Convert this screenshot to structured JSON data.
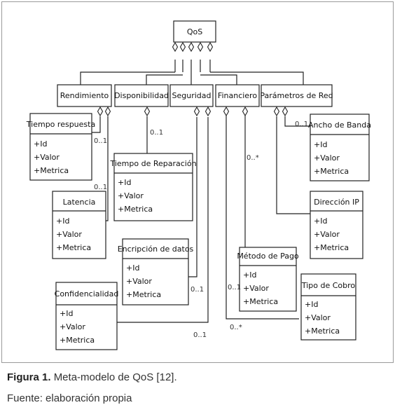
{
  "root": "QoS",
  "categories": [
    "Rendimiento",
    "Disponibilidad",
    "Seguridad",
    "Financiero",
    "Parámetros de Red"
  ],
  "attributes": [
    "+Id",
    "+Valor",
    "+Metrica"
  ],
  "classes": {
    "tiempo_respuesta": "Tiempo respuesta",
    "latencia": "Latencia",
    "tiempo_reparacion": "Tiempo de Reparación",
    "encripcion": "Encripción de datos",
    "confidencialidad": "Confidencialidad",
    "metodo_pago": "Método de Pago",
    "tipo_cobro": "Tipo de Cobro",
    "ancho_banda": "Ancho de Banda",
    "direccion_ip": "Dirección IP"
  },
  "multiplicities": {
    "tiempo_respuesta": "0..1",
    "latencia": "0..1",
    "tiempo_reparacion": "0..1",
    "encripcion": "0..1",
    "confidencialidad": "0..1",
    "metodo_pago": "0..*",
    "tipo_cobro_left": "0..1",
    "tipo_cobro_bottom": "0..*",
    "ancho_banda": "0..1"
  },
  "caption": {
    "figure_label": "Figura 1.",
    "figure_text": "Meta-modelo de QoS [12].",
    "source": "Fuente: elaboración propia"
  }
}
